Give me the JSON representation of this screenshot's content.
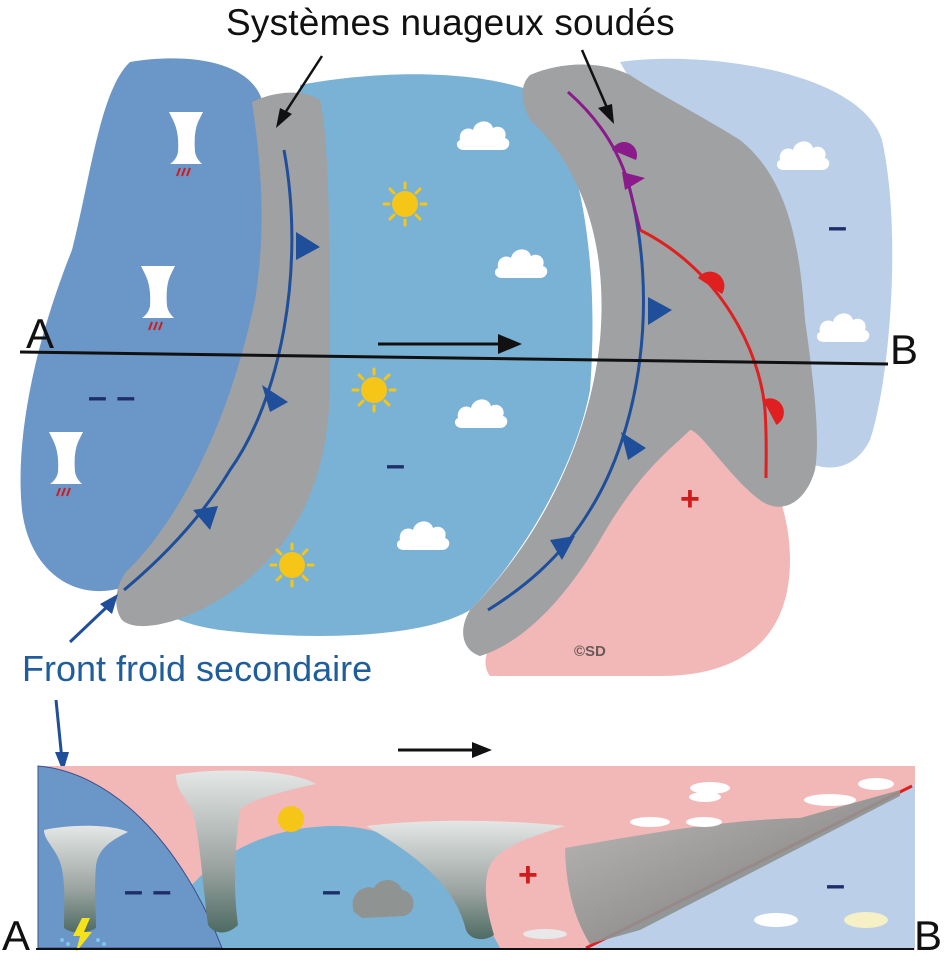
{
  "title": "Systèmes nuageux soudés",
  "secondary_front_label": "Front froid secondaire",
  "map": {
    "point_a": "A",
    "point_b": "B",
    "low_strong": "– –",
    "low_mid": "–",
    "low_east": "–",
    "high": "+",
    "credit": "©SD"
  },
  "cross_section": {
    "point_a": "A",
    "point_b": "B",
    "low_strong": "– –",
    "low_mid": "–",
    "high": "+",
    "low_east": "–"
  },
  "colors": {
    "cold_polar_air": "#6b96c8",
    "cool_air": "#7ab2d6",
    "mild_air": "#bccfe8",
    "warm_sector": "#f2b8b8",
    "cloud_band": "#9fa1a3",
    "cold_front": "#1f4e9a",
    "warm_front": "#e02020",
    "occlusion": "#8b1a8b",
    "sun": "#f5c518",
    "minus_sign": "#1f2e6a",
    "plus_sign": "#d01c1c"
  },
  "icons": [
    "storm-cloud-icon",
    "sun-icon",
    "fair-weather-cloud-icon",
    "lightning-icon",
    "rain-icon"
  ]
}
